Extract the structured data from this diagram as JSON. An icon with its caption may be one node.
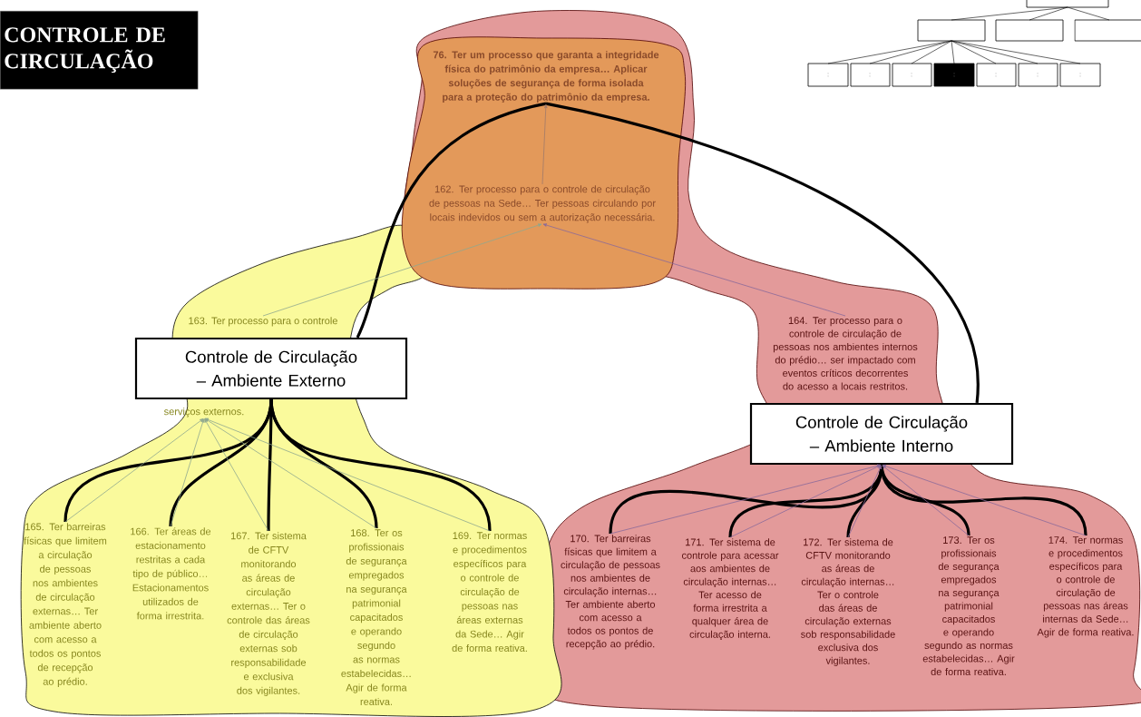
{
  "diagram": {
    "title": "CONTROLE DE CIRCULAÇÃO",
    "nodes": [
      {
        "text": [
          "76. Ter um processo que garanta a integridade física do patrimônio da empresa… Aplicar soluções de segurança de forma isolada para a proteção do patrimônio da empresa."
        ]
      },
      {
        "text": [
          "162. Ter processo para o controle de circulação de pessoas na Sede… Ter pessoas circulando por locais indevidos ou sem a autorização necessária."
        ]
      },
      {
        "text": [
          "163. Ter processo para o controle",
          "serviços externos."
        ]
      },
      {
        "text": [
          "Controle de Circulação – Ambiente Externo"
        ]
      },
      {
        "text": [
          "164. Ter processo para o controle de circulação de pessoas nos ambientes internos do prédio… ser impactado com eventos críticos decorrentes do acesso a locais restritos."
        ]
      },
      {
        "text": [
          "Controle de Circulação – Ambiente Interno"
        ]
      },
      {
        "text": [
          "165. Ter barreiras físicas que limitem a circulação de pessoas nos ambientes de circulação externas… Ter ambiente aberto com acesso a todos os pontos de recepção ao prédio."
        ]
      },
      {
        "text": [
          "166. Ter áreas de estacionamento restritas a cada tipo de público… Estacionamentos utilizados de forma irrestrita."
        ]
      },
      {
        "text": [
          "167. Ter sistema de CFTV monitorando as áreas de circulação externas… Ter o controle das áreas de circulação externas sob responsabilidade e exclusiva dos vigilantes."
        ]
      },
      {
        "text": [
          "168. Ter os profissionais de segurança empregados na segurança patrimonial capacitados e operando segundo as normas estabelecidas… Agir de forma reativa."
        ]
      },
      {
        "text": [
          "169. Ter normas e procedimentos específicos para o controle de circulação de pessoas nas áreas externas da Sede… Agir de forma reativa."
        ]
      },
      {
        "text": [
          "170. Ter barreiras físicas que limitem a circulação de pessoas nos ambientes de circulação internas… Ter ambiente aberto com acesso a todos os pontos de recepção ao prédio."
        ]
      },
      {
        "text": [
          "171. Ter sistema de controle para acessar aos ambientes de circulação internas… Ter acesso de forma irrestrita a qualquer área de circulação interna."
        ]
      },
      {
        "text": [
          "172. Ter sistema de CFTV monitorando as áreas de circulação internas… Ter o controle das áreas de circulação externas sob responsabilidade exclusiva dos vigilantes."
        ]
      },
      {
        "text": [
          "173. Ter os profissionais de segurança empregados na segurança patrimonial capacitados e operando segundo as normas estabelecidas… Agir de forma reativa."
        ]
      },
      {
        "text": [
          "174. Ter normas e procedimentos específicos para o controle de circulação de pessoas nas áreas internas da Sede… Agir de forma reativa."
        ]
      }
    ],
    "edges": [
      {
        "from": 0,
        "to": 3,
        "arrow": "none",
        "style": "thick",
        "color": "#000000"
      },
      {
        "from": 0,
        "to": 5,
        "arrow": "none",
        "style": "thick",
        "color": "#000000"
      },
      {
        "from": 3,
        "to": 6,
        "arrow": "none",
        "style": "thick",
        "color": "#000000"
      },
      {
        "from": 3,
        "to": 7,
        "arrow": "none",
        "style": "thick",
        "color": "#000000"
      },
      {
        "from": 3,
        "to": 8,
        "arrow": "none",
        "style": "thick",
        "color": "#000000"
      },
      {
        "from": 3,
        "to": 9,
        "arrow": "none",
        "style": "thick",
        "color": "#000000"
      },
      {
        "from": 3,
        "to": 10,
        "arrow": "none",
        "style": "thick",
        "color": "#000000"
      },
      {
        "from": 5,
        "to": 11,
        "arrow": "none",
        "style": "thick",
        "color": "#000000"
      },
      {
        "from": 5,
        "to": 12,
        "arrow": "none",
        "style": "thick",
        "color": "#000000"
      },
      {
        "from": 5,
        "to": 13,
        "arrow": "none",
        "style": "thick",
        "color": "#000000"
      },
      {
        "from": 5,
        "to": 14,
        "arrow": "none",
        "style": "thick",
        "color": "#000000"
      },
      {
        "from": 5,
        "to": 15,
        "arrow": "none",
        "style": "thick",
        "color": "#000000"
      },
      {
        "from": 1,
        "to": 0,
        "arrow": "to",
        "color": "#a07a6a"
      },
      {
        "from": 2,
        "to": 1,
        "arrow": "to",
        "color": "#8fa88f"
      },
      {
        "from": 4,
        "to": 1,
        "arrow": "to",
        "color": "#8a6a9a"
      },
      {
        "from": 6,
        "to": 2,
        "arrow": "to",
        "color": "#8fa88f"
      },
      {
        "from": 7,
        "to": 2,
        "arrow": "to",
        "color": "#8fa88f"
      },
      {
        "from": 8,
        "to": 2,
        "arrow": "to",
        "color": "#8fa88f"
      },
      {
        "from": 9,
        "to": 2,
        "arrow": "to",
        "color": "#8fa88f"
      },
      {
        "from": 10,
        "to": 2,
        "arrow": "to",
        "color": "#8fa88f"
      },
      {
        "from": 11,
        "to": 5,
        "arrow": "to",
        "color": "#8a6a9a"
      },
      {
        "from": 12,
        "to": 5,
        "arrow": "to",
        "color": "#8a6a9a"
      },
      {
        "from": 13,
        "to": 5,
        "arrow": "to",
        "color": "#8a6a9a"
      },
      {
        "from": 14,
        "to": 5,
        "arrow": "to",
        "color": "#8a6a9a"
      },
      {
        "from": 15,
        "to": 5,
        "arrow": "to",
        "color": "#8a6a9a"
      }
    ]
  }
}
